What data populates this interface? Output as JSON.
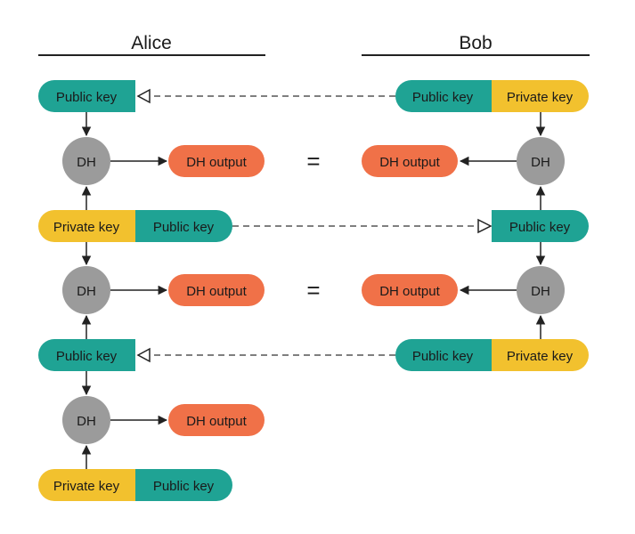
{
  "colors": {
    "public_key": "#1fa394",
    "private_key": "#f2c12e",
    "dh_node": "#9b9b9b",
    "dh_output": "#f07148",
    "line": "#222222",
    "dashed": "#555555",
    "text": "#1a1a1a"
  },
  "headers": {
    "alice": "Alice",
    "bob": "Bob"
  },
  "labels": {
    "public_key": "Public key",
    "private_key": "Private key",
    "dh": "DH",
    "dh_output": "DH output",
    "equals": "="
  },
  "alice": {
    "steps": [
      {
        "type": "received_public_key",
        "label": "Public key"
      },
      {
        "type": "dh",
        "label": "DH",
        "output": "DH output"
      },
      {
        "type": "keypair",
        "private": "Private key",
        "public": "Public key"
      },
      {
        "type": "dh",
        "label": "DH",
        "output": "DH output"
      },
      {
        "type": "received_public_key",
        "label": "Public key"
      },
      {
        "type": "dh",
        "label": "DH",
        "output": "DH output"
      },
      {
        "type": "keypair",
        "private": "Private key",
        "public": "Public key"
      }
    ]
  },
  "bob": {
    "steps": [
      {
        "type": "keypair",
        "public": "Public key",
        "private": "Private key"
      },
      {
        "type": "dh",
        "label": "DH",
        "output": "DH output"
      },
      {
        "type": "received_public_key",
        "label": "Public key"
      },
      {
        "type": "dh",
        "label": "DH",
        "output": "DH output"
      },
      {
        "type": "keypair",
        "public": "Public key",
        "private": "Private key"
      }
    ]
  },
  "equalities": [
    "=",
    "="
  ]
}
